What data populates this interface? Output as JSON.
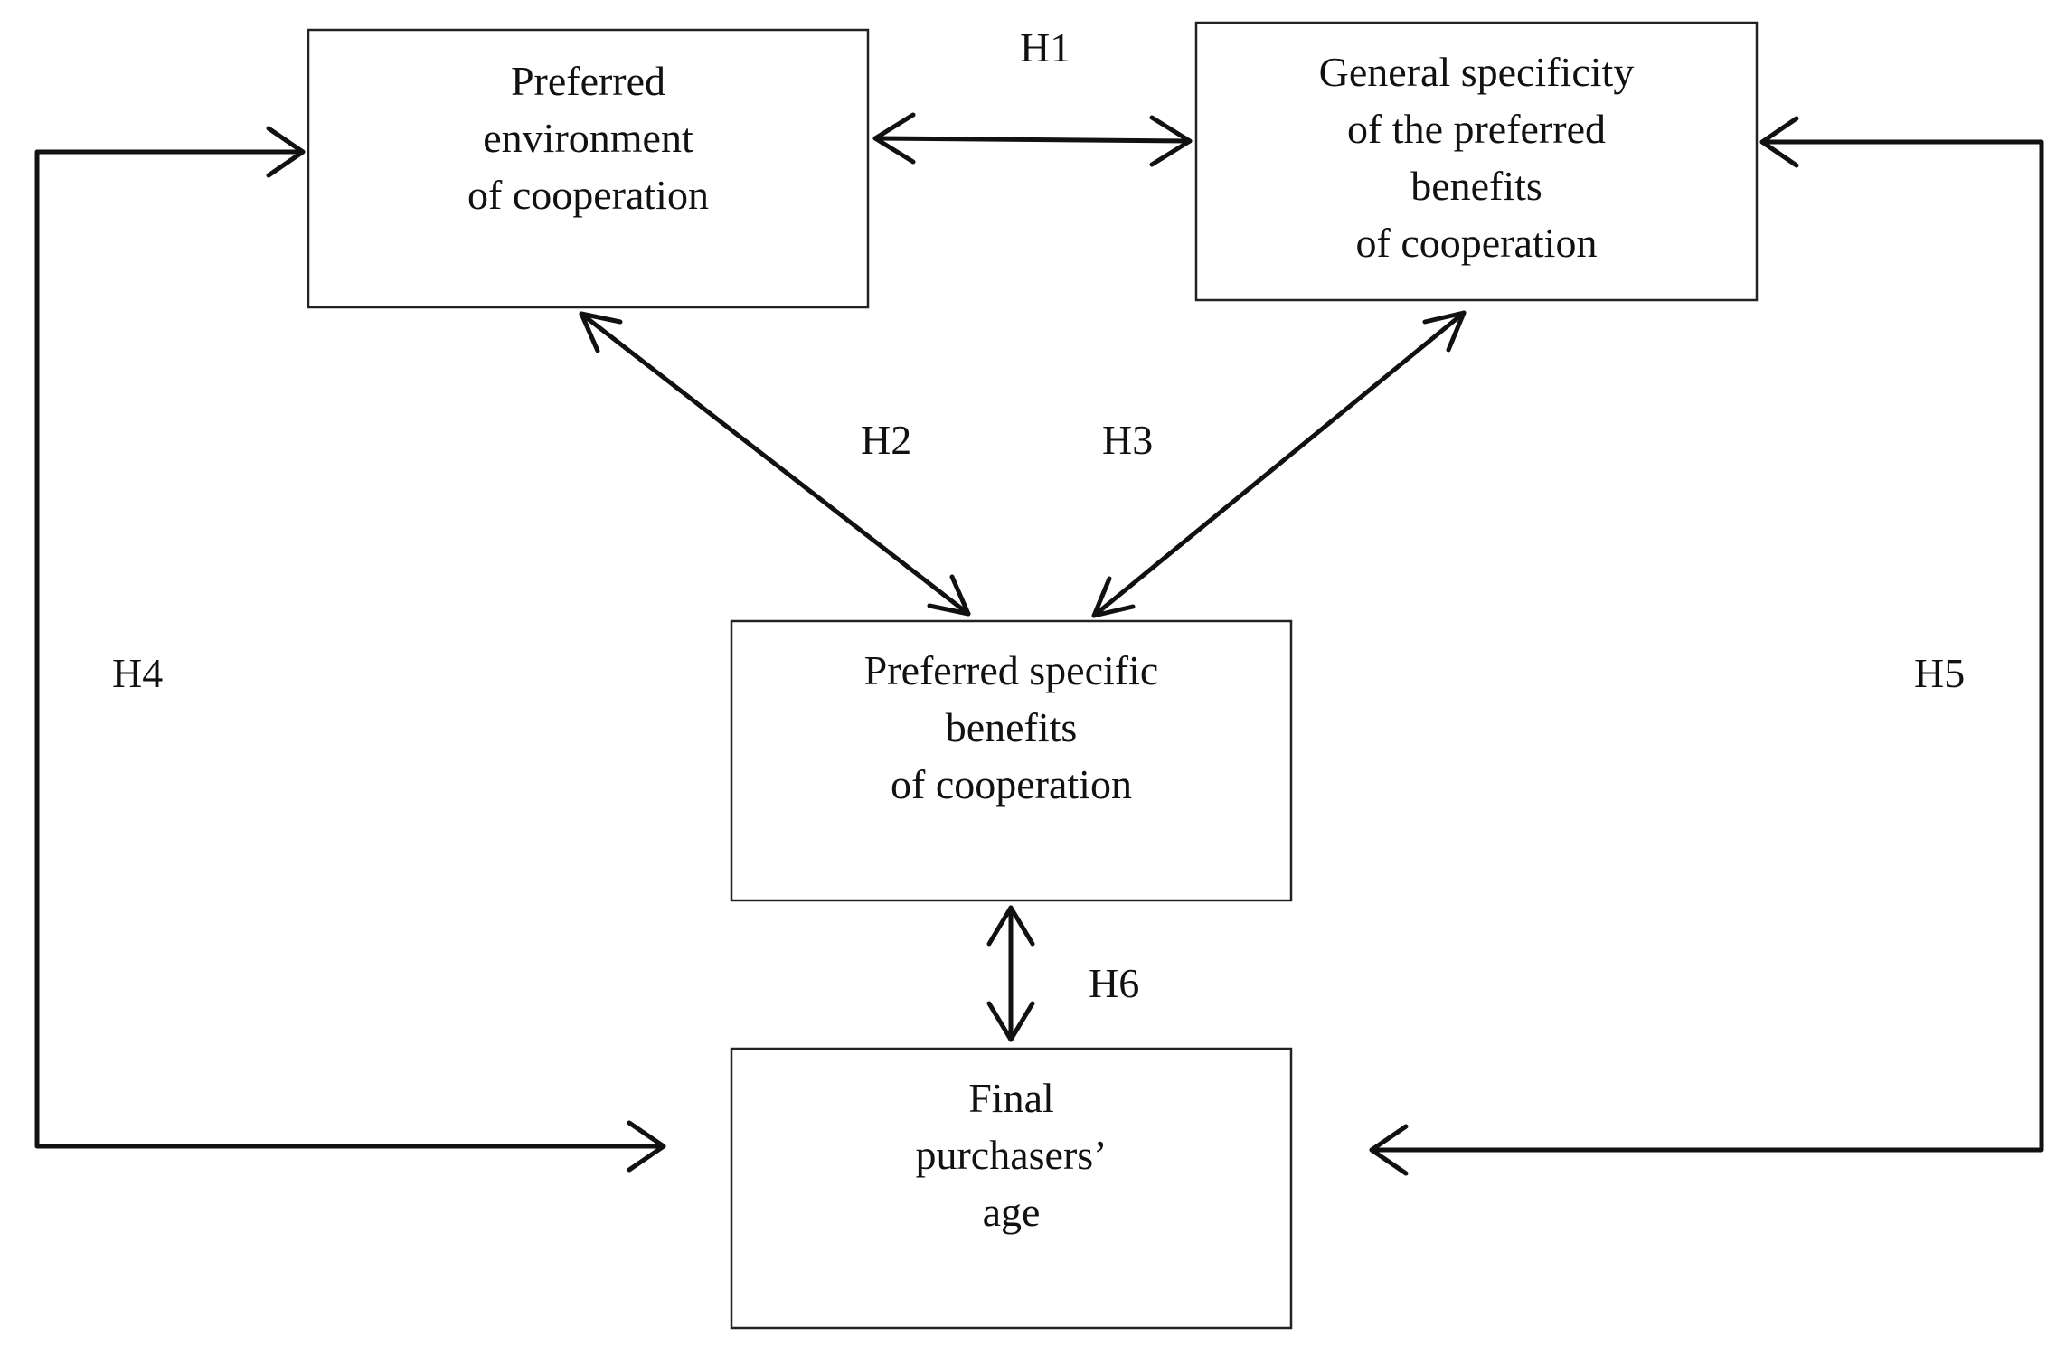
{
  "diagram": {
    "boxes": {
      "environment": "Preferred\nenvironment\nof cooperation",
      "general_specificity": "General specificity\nof the preferred\nbenefits\nof cooperation",
      "specific_benefits": "Preferred specific\nbenefits\nof cooperation",
      "age": "Final\npurchasers’\nage"
    },
    "hypotheses": {
      "h1": "H1",
      "h2": "H2",
      "h3": "H3",
      "h4": "H4",
      "h5": "H5",
      "h6": "H6"
    },
    "colors": {
      "line": "#111111",
      "box_border": "#222222",
      "background": "#ffffff"
    }
  }
}
